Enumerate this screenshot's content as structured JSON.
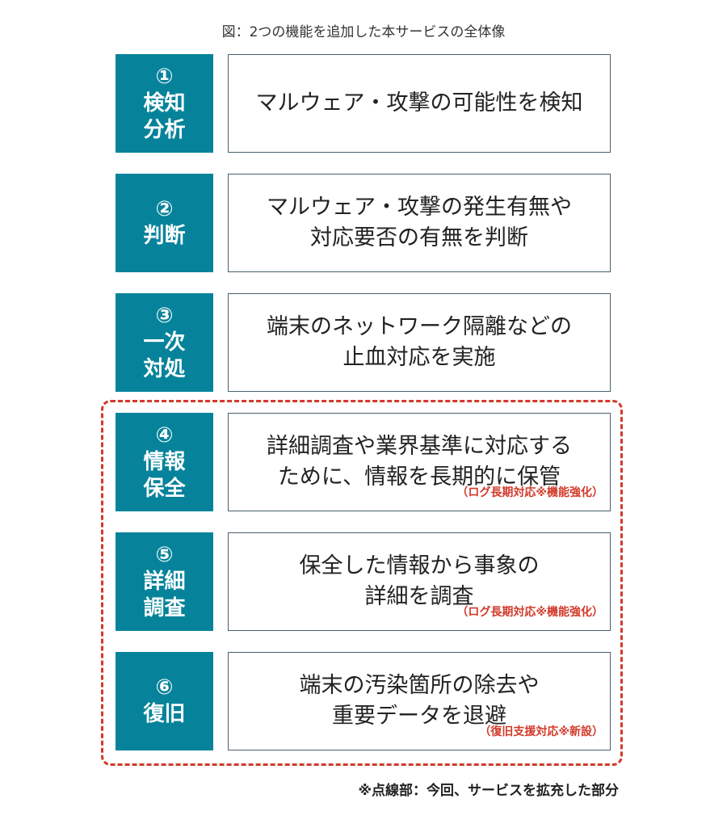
{
  "title": "図：2つの機能を追加した本サービスの全体像",
  "steps": [
    {
      "label": [
        "①",
        "検知",
        "分析"
      ],
      "text": [
        "マルウェア・攻撃の可能性を検知"
      ],
      "note": ""
    },
    {
      "label": [
        "②",
        "判断"
      ],
      "text": [
        "マルウェア・攻撃の発生有無や",
        "対応要否の有無を判断"
      ],
      "note": ""
    },
    {
      "label": [
        "③",
        "一次",
        "対処"
      ],
      "text": [
        "端末のネットワーク隔離などの",
        "止血対応を実施"
      ],
      "note": ""
    },
    {
      "label": [
        "④",
        "情報",
        "保全"
      ],
      "text": [
        "詳細調査や業界基準に対応する",
        "ために、情報を長期的に保管"
      ],
      "note": "（ログ長期対応※機能強化）"
    },
    {
      "label": [
        "⑤",
        "詳細",
        "調査"
      ],
      "text": [
        "保全した情報から事象の",
        "詳細を調査"
      ],
      "note": "（ログ長期対応※機能強化）"
    },
    {
      "label": [
        "⑥",
        "復旧"
      ],
      "text": [
        "端末の汚染箇所の除去や",
        "重要データを退避"
      ],
      "note": "（復旧支援対応※新設）"
    }
  ],
  "footnote": "※点線部：今回、サービスを拡充した部分",
  "colors": {
    "label_bg": "#06839b",
    "box_border": "#4a5f6a",
    "accent_red": "#d23a2a"
  }
}
